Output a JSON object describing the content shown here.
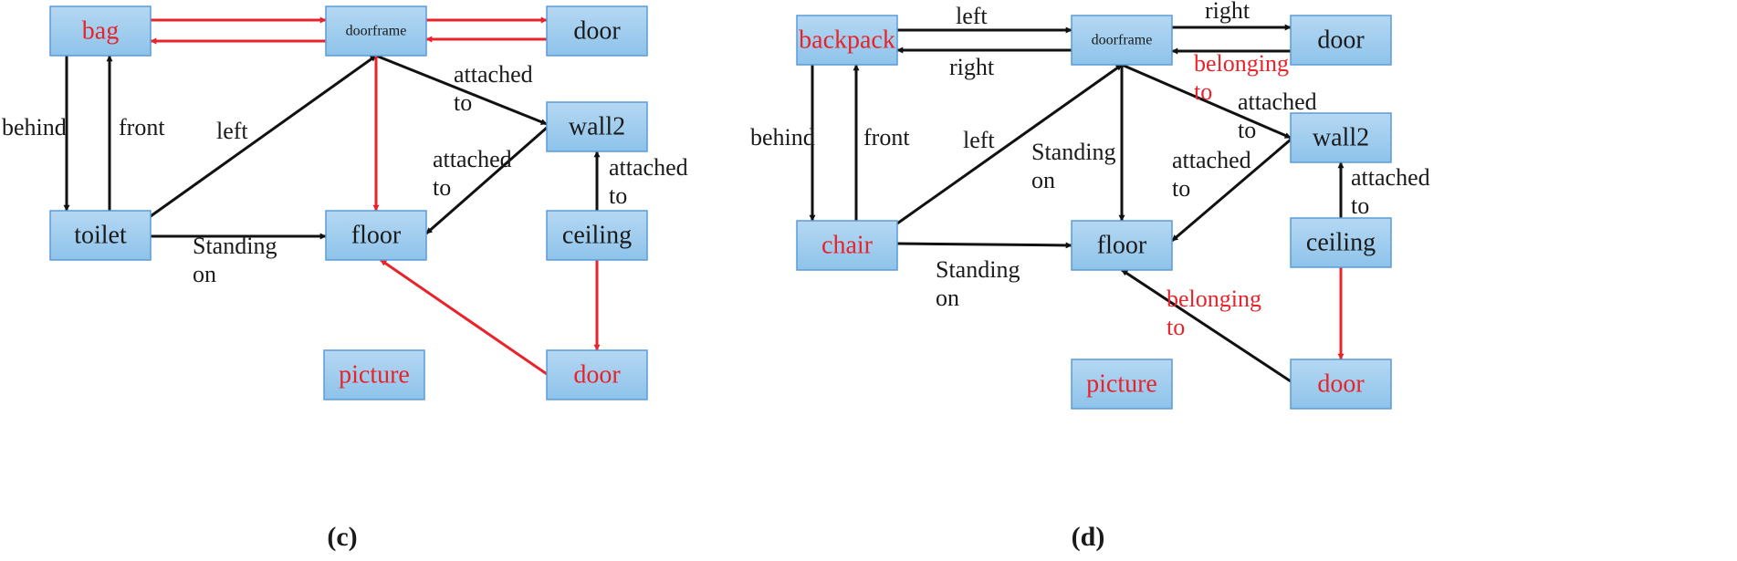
{
  "colors": {
    "node_fill": "#8ec3ea",
    "node_fill_top": "#b5d8f3",
    "node_stroke": "#5b9bd5",
    "text_black": "#1a1a1a",
    "text_red": "#e8232a",
    "edge_black": "#111111",
    "edge_red": "#e8232a"
  },
  "panels": [
    {
      "caption": "(c)",
      "nodes": [
        {
          "id": "bag",
          "label": "bag",
          "color": "red"
        },
        {
          "id": "doorframe",
          "label": "doorframe",
          "color": "black",
          "small": true
        },
        {
          "id": "door",
          "label": "door",
          "color": "black"
        },
        {
          "id": "wall2",
          "label": "wall2",
          "color": "black"
        },
        {
          "id": "toilet",
          "label": "toilet",
          "color": "black"
        },
        {
          "id": "floor",
          "label": "floor",
          "color": "black"
        },
        {
          "id": "ceiling",
          "label": "ceiling",
          "color": "black"
        },
        {
          "id": "picture",
          "label": "picture",
          "color": "red"
        },
        {
          "id": "door2",
          "label": "door",
          "color": "red"
        }
      ],
      "edges": [
        {
          "id": "bag-doorframe",
          "color": "red"
        },
        {
          "id": "doorframe-bag",
          "color": "red"
        },
        {
          "id": "doorframe-door",
          "color": "red"
        },
        {
          "id": "door-doorframe",
          "color": "red"
        },
        {
          "id": "bag-toilet",
          "color": "black"
        },
        {
          "id": "toilet-bag",
          "color": "black"
        },
        {
          "id": "toilet-doorframe",
          "color": "black"
        },
        {
          "id": "doorframe-wall2",
          "color": "black"
        },
        {
          "id": "doorframe-floor",
          "color": "red"
        },
        {
          "id": "toilet-floor",
          "color": "black"
        },
        {
          "id": "wall2-floor",
          "color": "black"
        },
        {
          "id": "ceiling-wall2",
          "color": "black"
        },
        {
          "id": "ceiling-door2",
          "color": "red"
        },
        {
          "id": "door2-floor",
          "color": "red"
        }
      ],
      "edge_labels": [
        {
          "id": "behind",
          "lines": [
            "behind"
          ],
          "color": "black"
        },
        {
          "id": "front",
          "lines": [
            "front"
          ],
          "color": "black"
        },
        {
          "id": "left",
          "lines": [
            "left"
          ],
          "color": "black"
        },
        {
          "id": "attached-to-1",
          "lines": [
            "attached",
            "to"
          ],
          "color": "black"
        },
        {
          "id": "attached-to-2",
          "lines": [
            "attached",
            "to"
          ],
          "color": "black"
        },
        {
          "id": "attached-to-3",
          "lines": [
            "attached",
            "to"
          ],
          "color": "black"
        },
        {
          "id": "standing-on",
          "lines": [
            "Standing",
            "on"
          ],
          "color": "black"
        }
      ]
    },
    {
      "caption": "(d)",
      "nodes": [
        {
          "id": "backpack",
          "label": "backpack",
          "color": "red"
        },
        {
          "id": "doorframe",
          "label": "doorframe",
          "color": "black",
          "small": true
        },
        {
          "id": "door",
          "label": "door",
          "color": "black"
        },
        {
          "id": "wall2",
          "label": "wall2",
          "color": "black"
        },
        {
          "id": "chair",
          "label": "chair",
          "color": "red"
        },
        {
          "id": "floor",
          "label": "floor",
          "color": "black"
        },
        {
          "id": "ceiling",
          "label": "ceiling",
          "color": "black"
        },
        {
          "id": "picture",
          "label": "picture",
          "color": "red"
        },
        {
          "id": "door2",
          "label": "door",
          "color": "red"
        }
      ],
      "edges": [
        {
          "id": "backpack-doorframe",
          "color": "black"
        },
        {
          "id": "doorframe-backpack",
          "color": "black"
        },
        {
          "id": "doorframe-door",
          "color": "black"
        },
        {
          "id": "door-doorframe",
          "color": "black"
        },
        {
          "id": "backpack-chair",
          "color": "black"
        },
        {
          "id": "chair-backpack",
          "color": "black"
        },
        {
          "id": "chair-doorframe",
          "color": "black"
        },
        {
          "id": "doorframe-wall2",
          "color": "black"
        },
        {
          "id": "doorframe-floor",
          "color": "black"
        },
        {
          "id": "chair-floor",
          "color": "black"
        },
        {
          "id": "wall2-floor",
          "color": "black"
        },
        {
          "id": "ceiling-wall2",
          "color": "black"
        },
        {
          "id": "ceiling-door2",
          "color": "red"
        },
        {
          "id": "door2-floor",
          "color": "black"
        }
      ],
      "edge_labels": [
        {
          "id": "left-top",
          "lines": [
            "left"
          ],
          "color": "black"
        },
        {
          "id": "right-bottom",
          "lines": [
            "right"
          ],
          "color": "black"
        },
        {
          "id": "right-top",
          "lines": [
            "right"
          ],
          "color": "black"
        },
        {
          "id": "belonging-to-1",
          "lines": [
            "belonging",
            "to"
          ],
          "color": "red"
        },
        {
          "id": "behind",
          "lines": [
            "behind"
          ],
          "color": "black"
        },
        {
          "id": "front",
          "lines": [
            "front"
          ],
          "color": "black"
        },
        {
          "id": "left",
          "lines": [
            "left"
          ],
          "color": "black"
        },
        {
          "id": "standing-on-1",
          "lines": [
            "Standing",
            "on"
          ],
          "color": "black"
        },
        {
          "id": "attached-to-1",
          "lines": [
            "attached",
            "to"
          ],
          "color": "black"
        },
        {
          "id": "attached-to-2",
          "lines": [
            "attached",
            "to"
          ],
          "color": "black"
        },
        {
          "id": "attached-to-3",
          "lines": [
            "attached",
            "to"
          ],
          "color": "black"
        },
        {
          "id": "standing-on-2",
          "lines": [
            "Standing",
            "on"
          ],
          "color": "black"
        },
        {
          "id": "belonging-to-2",
          "lines": [
            "belonging",
            "to"
          ],
          "color": "red"
        }
      ]
    }
  ]
}
